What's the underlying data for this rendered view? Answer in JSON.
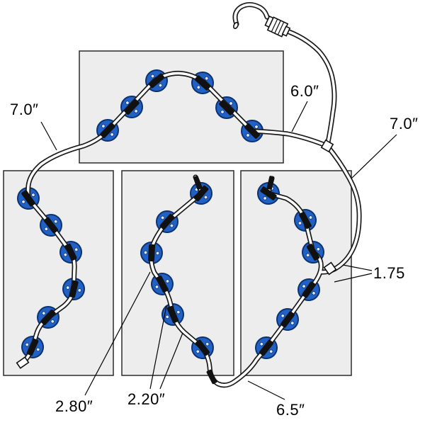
{
  "figure": {
    "kind": "tubing-routing-diagram",
    "panel_count": 4,
    "caps_per_panel": 6,
    "total_caps": 24
  },
  "labels": {
    "hose_top_left": "7.0″",
    "hose_supply": "6.0″",
    "hose_right": "7.0″",
    "fitting_spacing": "1.75",
    "hose_mid_long": "2.80″",
    "hose_mid_short": "2.20″",
    "hose_bottom": "6.5″"
  },
  "colors": {
    "cap_blue": "#2160c4",
    "cap_outline": "#0d3270",
    "cap_dot": "#dbe7f8",
    "panel_fill": "#ededed",
    "panel_stroke": "#2b2b2b",
    "tube_outline": "#1a1a1a",
    "tube_fill": "#ffffff",
    "clamp": "#111111",
    "label_text": "#000000"
  }
}
